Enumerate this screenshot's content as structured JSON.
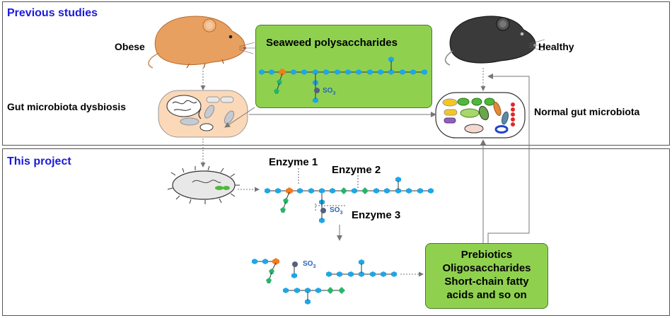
{
  "sections": {
    "previous": "Previous studies",
    "project": "This project"
  },
  "labels": {
    "obese": "Obese",
    "healthy": "Healthy",
    "dysbiosis": "Gut microbiota dysbiosis",
    "normal": "Normal gut microbiota",
    "seaweed": "Seaweed polysaccharides"
  },
  "enzymes": {
    "e1": "Enzyme 1",
    "e2": "Enzyme 2",
    "e3": "Enzyme 3"
  },
  "sulfate": {
    "prefix": "SO",
    "subscript": "3"
  },
  "products": {
    "line1": "Prebiotics",
    "line2": "Oligosaccharides",
    "line3": "Short-chain fatty",
    "line4": "acids and so on"
  },
  "colors": {
    "section_title": "#1a1adb",
    "box_green": "#8fd14f",
    "sugar_blue": "#1fa6e6",
    "sugar_orange": "#f07d1e",
    "sugar_green": "#28b46a",
    "sulfate_gray": "#56607a",
    "obese_mouse": "#e8a060",
    "healthy_mouse": "#333333",
    "gut_pink": "#fbd8b8"
  }
}
